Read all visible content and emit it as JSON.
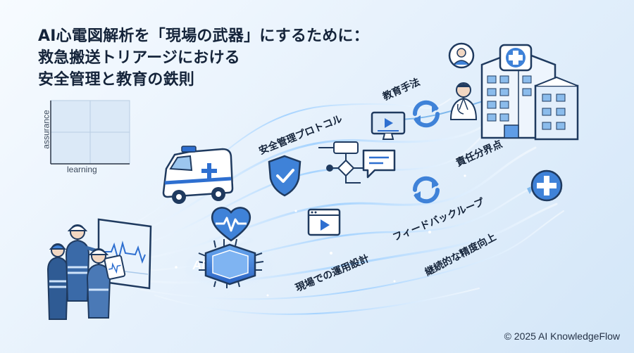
{
  "title": {
    "line1": "AI心電図解析を「現場の武器」にするために：",
    "line2": "救急搬送トリアージにおける",
    "line3": "安全管理と教育の鉄則"
  },
  "chart": {
    "ylabel": "assurance",
    "xlabel": "learning"
  },
  "labels": {
    "education": "教育手法",
    "protocol": "安全管理プロトコル",
    "responsibility": "責任分界点",
    "feedback": "フィードバックループ",
    "field": "現場での運用設計",
    "improvement": "継続的な精度向上"
  },
  "chip_text": "AI",
  "copyright": "© 2025 AI KnowledgeFlow",
  "colors": {
    "primary": "#2e6fd0",
    "dark_navy": "#15243a",
    "light_blue": "#cfe3fa",
    "flow": "#8ec2f2"
  },
  "icons": [
    "ambulance-icon",
    "shield-check-icon",
    "flowchart-icon",
    "chat-bubble-icon",
    "heart-ecg-icon",
    "ai-chip-icon",
    "video-player-icon",
    "monitor-video-icon",
    "refresh-cycle-icon",
    "hospital-icon",
    "doctor-icon",
    "medical-cross-icon",
    "rescue-workers-icon",
    "ecg-monitor-icon",
    "tablet-icon"
  ]
}
